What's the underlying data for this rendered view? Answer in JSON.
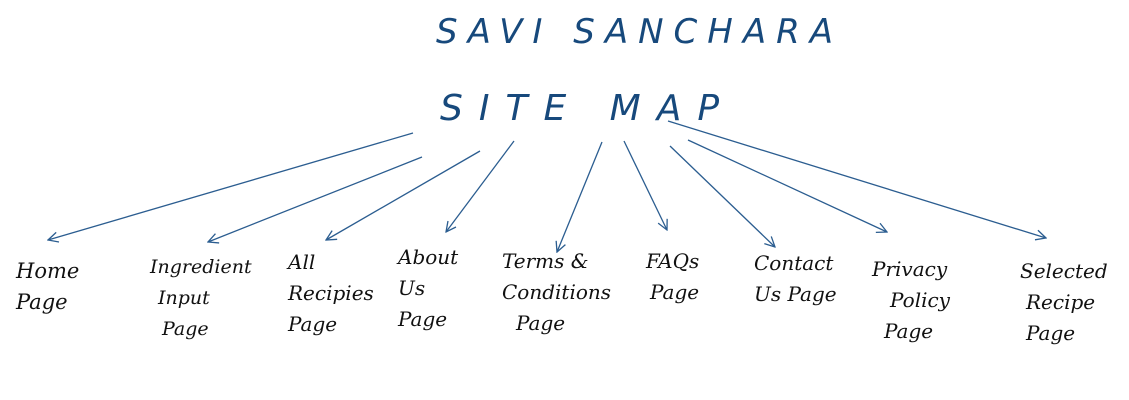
{
  "title": "SAVI SANCHARA",
  "subtitle": "SITE MAP",
  "colors": {
    "title_ink": "#17497c",
    "arrow_ink": "#2b5d90",
    "label_ink": "#111111"
  },
  "pages": [
    {
      "lines": [
        "Home",
        "Page"
      ]
    },
    {
      "lines": [
        "Ingredient",
        "Input",
        "Page"
      ]
    },
    {
      "lines": [
        "All",
        "Recipies",
        "Page"
      ]
    },
    {
      "lines": [
        "About",
        "Us",
        "Page"
      ]
    },
    {
      "lines": [
        "Terms &",
        "Conditions",
        "Page"
      ]
    },
    {
      "lines": [
        "FAQs",
        "Page"
      ]
    },
    {
      "lines": [
        "Contact",
        "Us Page"
      ]
    },
    {
      "lines": [
        "Privacy",
        "Policy",
        "Page"
      ]
    },
    {
      "lines": [
        "Selected",
        "Recipe",
        "Page"
      ]
    }
  ]
}
